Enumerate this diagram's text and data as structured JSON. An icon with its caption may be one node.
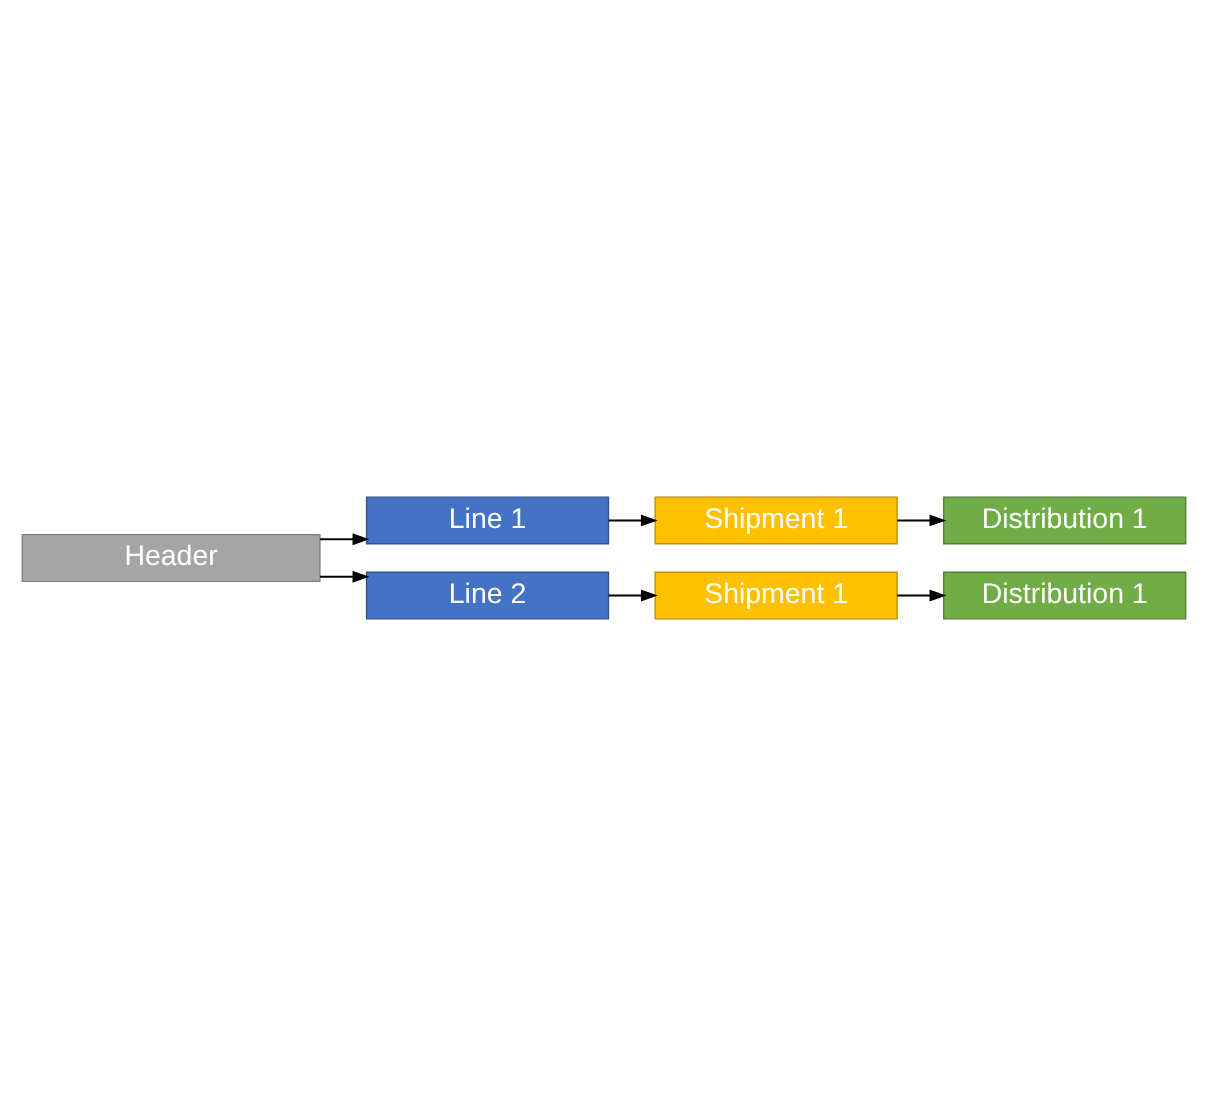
{
  "diagram": {
    "nodes": [
      {
        "text": [
          "Header"
        ]
      },
      {
        "text": [
          "Line 1"
        ]
      },
      {
        "text": [
          "Shipment 1"
        ]
      },
      {
        "text": [
          "Distribution 1"
        ]
      },
      {
        "text": [
          "Line 2"
        ]
      },
      {
        "text": [
          "Shipment 1"
        ]
      },
      {
        "text": [
          "Distribution 1"
        ]
      }
    ],
    "edges": [
      {
        "from": 0,
        "to": 1,
        "arrow": "to"
      },
      {
        "from": 1,
        "to": 2,
        "arrow": "to"
      },
      {
        "from": 2,
        "to": 3,
        "arrow": "to"
      },
      {
        "from": 0,
        "to": 4,
        "arrow": "to"
      },
      {
        "from": 4,
        "to": 5,
        "arrow": "to"
      },
      {
        "from": 5,
        "to": 6,
        "arrow": "to"
      }
    ]
  }
}
